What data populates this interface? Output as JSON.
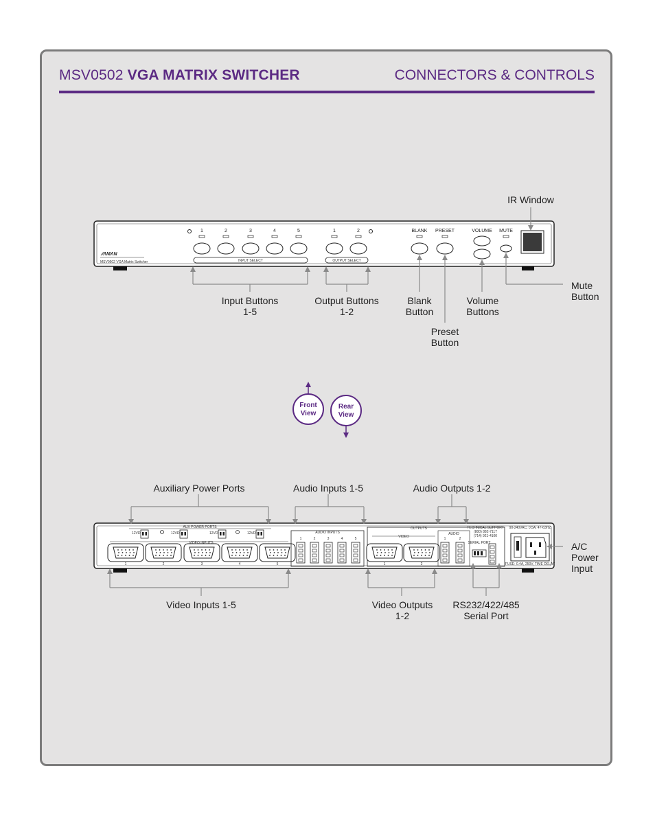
{
  "header": {
    "model": "MSV0502",
    "product": "VGA MATRIX SWITCHER",
    "section": "CONNECTORS & CONTROLS"
  },
  "front": {
    "input_numbers": [
      "1",
      "2",
      "3",
      "4",
      "5"
    ],
    "output_numbers": [
      "1",
      "2"
    ],
    "input_select": "INPUT SELECT",
    "output_select": "OUTPUT SELECT",
    "blank": "BLANK",
    "preset": "PRESET",
    "volume": "VOLUME",
    "mute": "MUTE",
    "model_caption": "MSV0502 VGA Matrix Switcher"
  },
  "callouts": {
    "ir_window": "IR Window",
    "input_buttons": [
      "Input Buttons",
      "1-5"
    ],
    "output_buttons": [
      "Output Buttons",
      "1-2"
    ],
    "blank_button": [
      "Blank",
      "Button"
    ],
    "preset_button": [
      "Preset",
      "Button"
    ],
    "volume_buttons": [
      "Volume",
      "Buttons"
    ],
    "mute_button": [
      "Mute",
      "Button"
    ],
    "aux_power": "Auxiliary Power Ports",
    "audio_inputs": "Audio Inputs 1-5",
    "audio_outputs": "Audio Outputs 1-2",
    "ac_power": [
      "A/C",
      "Power",
      "Input"
    ],
    "video_inputs": "Video Inputs 1-5",
    "video_outputs": [
      "Video Outputs",
      "1-2"
    ],
    "serial_port": [
      "RS232/422/485",
      "Serial Port"
    ]
  },
  "views": {
    "front": [
      "Front",
      "View"
    ],
    "rear": [
      "Rear",
      "View"
    ]
  },
  "rear": {
    "aux_power_ports": "AUX POWER PORTS",
    "video_inputs": "VIDEO INPUTS",
    "audio_inputs": "AUDIO INPUTS",
    "outputs": "OUTPUTS",
    "video": "VIDEO",
    "audio": "AUDIO",
    "serial_port": "SERIAL PORT",
    "video_numbers": [
      "1",
      "2",
      "3",
      "4",
      "5"
    ],
    "out_numbers": [
      "1",
      "2"
    ],
    "power_spec": "90-240VAC, 0.5A, 47-63HZ",
    "fuse_spec": "FUSE: 0.4A, 250V, TIME DELAY",
    "aux_voltage": "12VDC",
    "tech_support": [
      "TECHNICAL SUPPORT",
      "(800) 882-7117",
      "(714) 921-4100"
    ]
  },
  "colors": {
    "purple": "#5b2a83",
    "panel_bg": "#e4e3e3",
    "arrow_gray": "#8a8a8a"
  }
}
